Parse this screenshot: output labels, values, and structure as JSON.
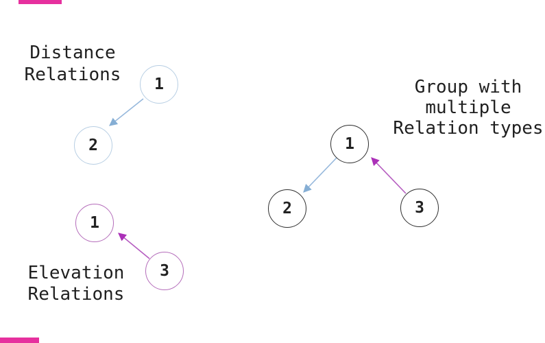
{
  "labels": {
    "distance": "Distance\nRelations",
    "elevation": "Elevation\nRelations",
    "multi": "Group with\nmultiple\nRelation types"
  },
  "nodes": {
    "distance_1": "1",
    "distance_2": "2",
    "elevation_1": "1",
    "elevation_3": "3",
    "multi_1": "1",
    "multi_2": "2",
    "multi_3": "3"
  },
  "relations": [
    {
      "group": "distance",
      "type": "distance",
      "from": "1",
      "to": "2",
      "color": "#96b8dc"
    },
    {
      "group": "elevation",
      "type": "elevation",
      "from": "3",
      "to": "1",
      "color": "#b55cc0"
    },
    {
      "group": "multi",
      "type": "distance",
      "from": "1",
      "to": "2",
      "color": "#96b8dc"
    },
    {
      "group": "multi",
      "type": "elevation",
      "from": "3",
      "to": "1",
      "color": "#b55cc0"
    }
  ],
  "colors": {
    "text": "#1f1f1f",
    "distance_relation": "#96b8dc",
    "distance_node_border": "#b7cee3",
    "elevation_relation": "#b55cc0",
    "elevation_node_border": "#b46cba",
    "multi_node_border": "#2d2d2d",
    "accent_strip": "#e6309e",
    "background": "#ffffff"
  }
}
